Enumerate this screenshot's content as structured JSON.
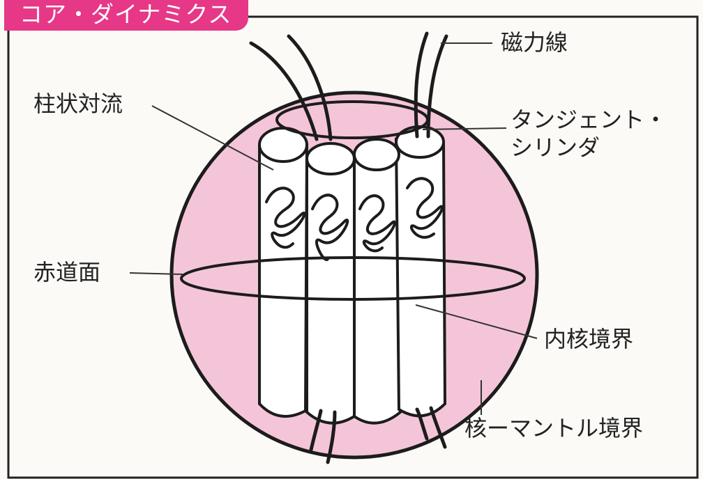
{
  "title": "コア・ダイナミクス",
  "labels": {
    "magnetic_field_lines": "磁力線",
    "columnar_convection": "柱状対流",
    "tangent_cylinder_line1": "タンジェント・",
    "tangent_cylinder_line2": "シリンダ",
    "equatorial_plane": "赤道面",
    "inner_core_boundary": "内核境界",
    "core_mantle_boundary": "核ーマントル境界"
  },
  "colors": {
    "title_background": "#e63887",
    "core_fill": "#f4c5d8",
    "outline": "#1c1c1c",
    "inner_core": "#a8a8a8"
  }
}
